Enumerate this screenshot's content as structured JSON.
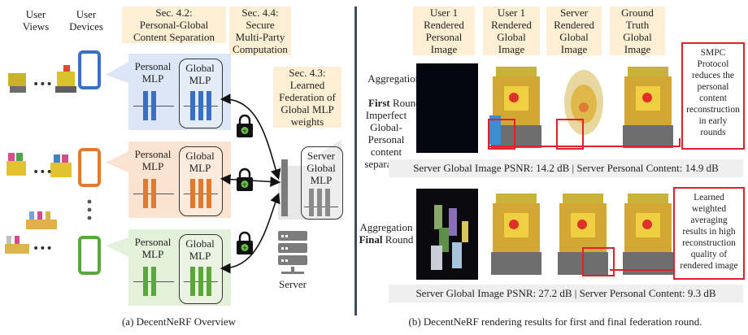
{
  "left": {
    "col_user_views": "User\nViews",
    "col_user_devices": "User\nDevices",
    "sec42": "Sec. 4.2:\nPersonal-Global\nContent Separation",
    "sec44": "Sec. 4.4:\nSecure\nMulti-Party\nComputation",
    "sec43": "Sec. 4.3:\nLearned\nFederation of\nGlobal MLP\nweights",
    "personal_mlp": "Personal\nMLP",
    "global_mlp": "Global\nMLP",
    "server_global_mlp": "Server\nGlobal\nMLP",
    "server_label": "Server",
    "caption": "(a) DecentNeRF Overview",
    "colors": {
      "blue": "#3a6fc4",
      "orange": "#e07a2e",
      "green": "#5aa83c",
      "blue_bg": "#dbe6f6",
      "orange_bg": "#fbe3d2",
      "green_bg": "#e3f0da",
      "note": "#fcefd3"
    }
  },
  "right": {
    "col1": "User 1\nRendered\nPersonal\nImage",
    "col2": "User 1\nRendered\nGlobal\nImage",
    "col3": "Server\nRendered\nGlobal\nImage",
    "col4": "Ground\nTruth\nGlobal\nImage",
    "row1_label_pre": "Aggregation",
    "row1_label_bold": "First",
    "row1_label_post": "Round :\nImperfect\nGlobal-\nPersonal\ncontent\nseparation",
    "row2_label_pre": "Aggregation",
    "row2_label_bold": "Final",
    "row2_label_post": "Round",
    "note1": "SMPC\nProtocol\nreduces the\npersonal\ncontent\nreconstruction\nin early\nrounds",
    "note2": "Learned\nweighted\naveraging\nresults in high\nreconstruction\nquality of\nrendered image",
    "psnr1": "Server Global Image PSNR: 14.2 dB | Server Personal Content: 14.9 dB",
    "psnr2": "Server Global Image PSNR: 27.2 dB | Server Personal Content: 9.3 dB",
    "caption": "(b) DecentNeRF rendering results for first and final federation round."
  }
}
